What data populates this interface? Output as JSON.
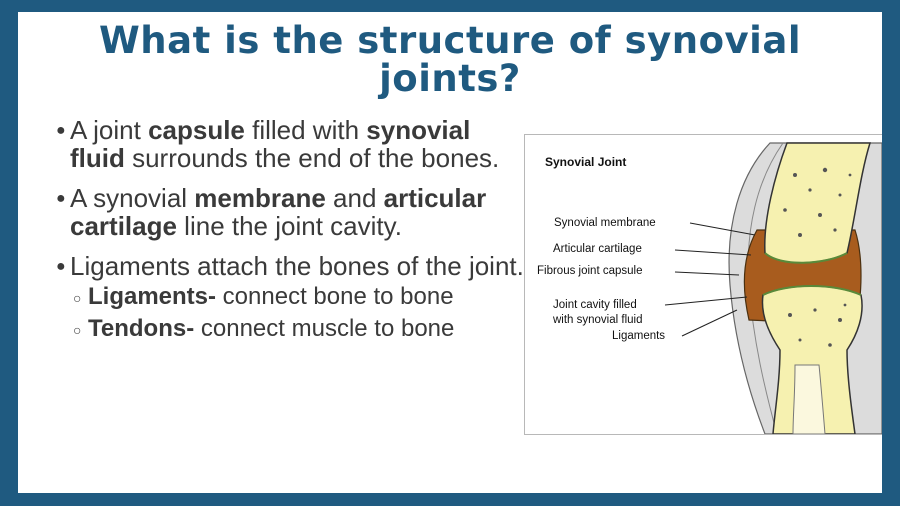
{
  "title": {
    "line1": "What is the structure of synovial",
    "line2": "joints?"
  },
  "bullets": [
    {
      "pre": "A joint ",
      "b1": "capsule",
      "mid": " filled with ",
      "b2": "synovial fluid",
      "post": " surrounds the end of the bones."
    },
    {
      "pre": "A synovial ",
      "b1": "membrane",
      "mid": " and ",
      "b2": "articular cartilage",
      "post": " line the joint cavity."
    },
    {
      "text": "Ligaments attach the bones of the joint."
    }
  ],
  "subbullets": [
    {
      "b": "Ligaments-",
      "text": " connect bone to bone"
    },
    {
      "b": "Tendons-",
      "text": " connect muscle to bone"
    }
  ],
  "figure": {
    "title": "Synovial Joint",
    "labels": {
      "membrane": "Synovial membrane",
      "cartilage": "Articular cartilage",
      "capsule": "Fibrous joint capsule",
      "cavity1": "Joint cavity filled",
      "cavity2": "with synovial fluid",
      "ligaments": "Ligaments"
    }
  },
  "colors": {
    "title": "#1f5a80",
    "border": "#1f5a80",
    "bone": "#f6f1b0",
    "cartilage": "#9e5a1e"
  }
}
